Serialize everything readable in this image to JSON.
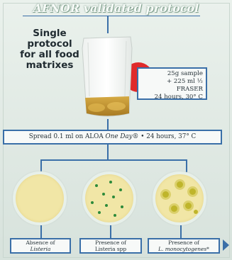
{
  "title": "AFNOR validated protocol",
  "subtitle_lines": [
    "Single",
    "protocol",
    "for all food",
    "matrixes"
  ],
  "sample_box": {
    "lines": [
      "25g sample",
      "+ 225 ml ½ FRASER",
      "24 hours, 30° C"
    ]
  },
  "spread_step": {
    "prefix": "Spread 0.1 ml on ALOA ",
    "italic": "One Day",
    "suffix": "® • 24 hours, 37° C"
  },
  "results": [
    {
      "line1": "Absence of",
      "line2": "Listeria"
    },
    {
      "line1": "Presence of",
      "line2": "Listeria spp"
    },
    {
      "line1": "Presence of",
      "line2": "L. monocytogenes*"
    }
  ],
  "colors": {
    "accent_blue": "#3a6fa8",
    "plate_medium": "#f1e6a6",
    "listeria_colony": "#2c8a3a",
    "monocytogenes_colony": "#bfb52b",
    "red_marker": "#e02a2a"
  }
}
